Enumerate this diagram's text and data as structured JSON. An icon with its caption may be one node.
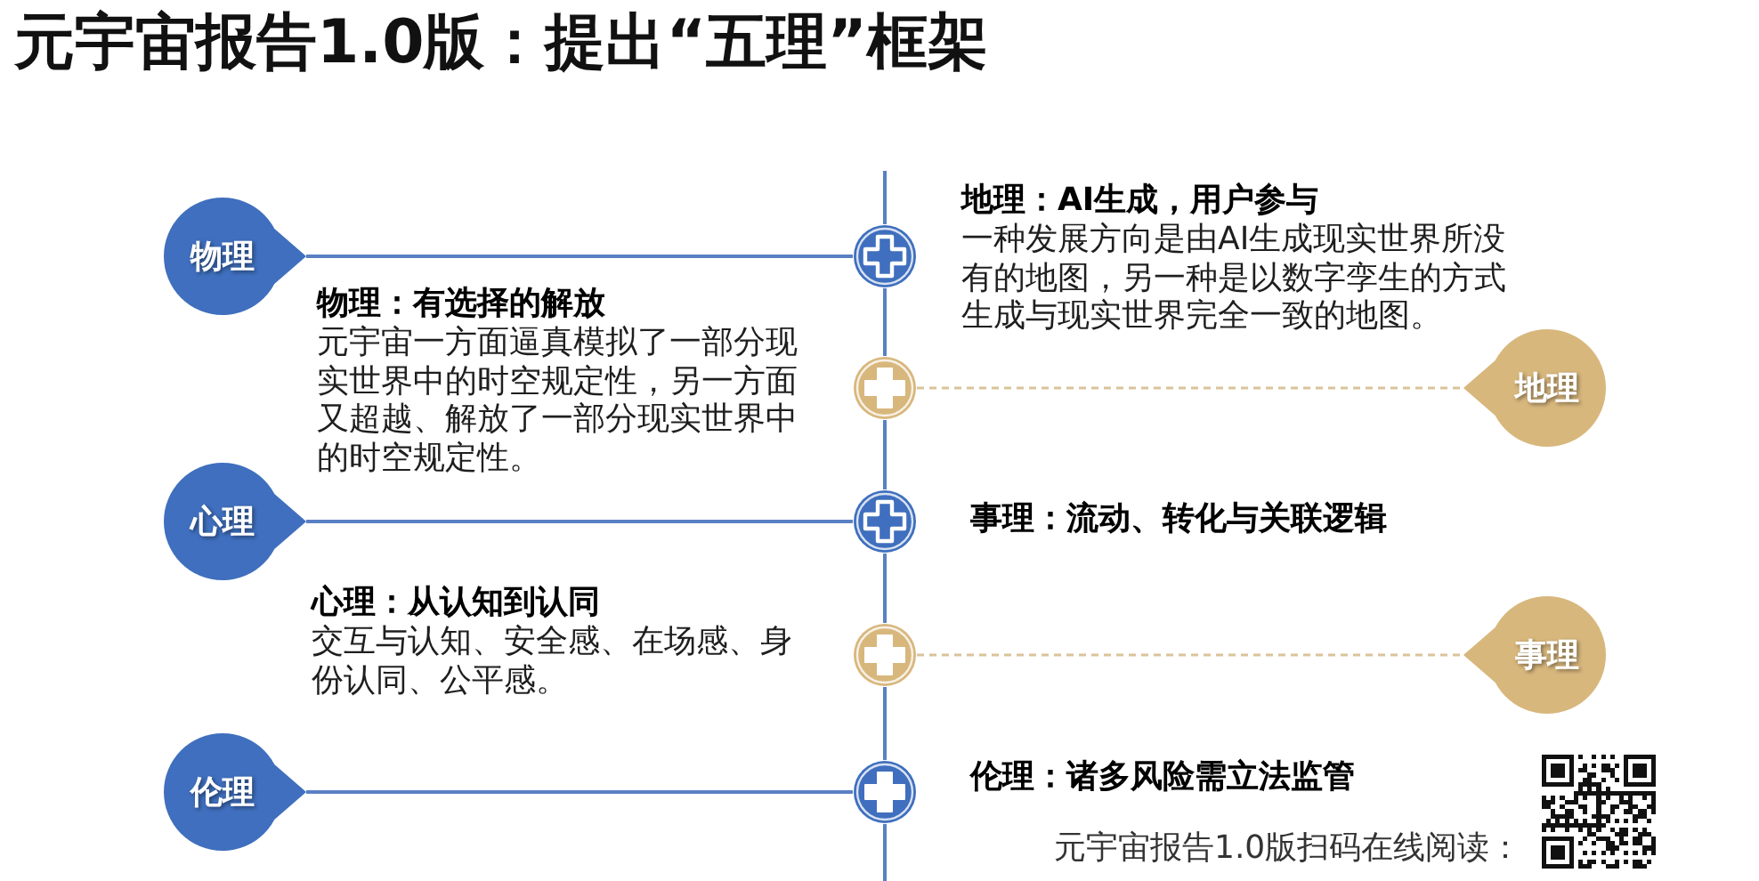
{
  "diagram": {
    "title": "元宇宙报告1.0版：提出“五理”框架",
    "nodes": [
      {
        "text": [
          "物理"
        ]
      },
      {
        "text": [],
        "shape": "circle"
      },
      {
        "text": [],
        "shape": "circle"
      },
      {
        "text": [
          "地理"
        ]
      },
      {
        "text": [
          "心理"
        ]
      },
      {
        "text": [],
        "shape": "circle"
      },
      {
        "text": [],
        "shape": "circle"
      },
      {
        "text": [
          "事理"
        ]
      },
      {
        "text": [
          "伦理"
        ]
      },
      {
        "text": [],
        "shape": "circle"
      }
    ],
    "edges": [
      {
        "from": null,
        "to": 1,
        "arrow": "none"
      },
      {
        "from": 0,
        "to": 1,
        "arrow": "none"
      },
      {
        "from": 1,
        "to": 2,
        "arrow": "none"
      },
      {
        "from": 2,
        "to": 3,
        "arrow": "none",
        "style": "dashed",
        "color": "#d9c39a"
      },
      {
        "from": 2,
        "to": 5,
        "arrow": "none"
      },
      {
        "from": 4,
        "to": 5,
        "arrow": "none"
      },
      {
        "from": 5,
        "to": 6,
        "arrow": "none"
      },
      {
        "from": 6,
        "to": 7,
        "arrow": "none",
        "style": "dashed",
        "color": "#d9c39a"
      },
      {
        "from": 6,
        "to": 9,
        "arrow": "none"
      },
      {
        "from": 8,
        "to": 9,
        "arrow": "none"
      },
      {
        "from": 9,
        "to": null,
        "arrow": "none"
      }
    ],
    "labels": [
      "地理：AI生成，用户参与",
      "一种发展方向是由AI生成现实世界所没有的地图，另一种是以数字孪生的方式生成与现实世界完全一致的地图。",
      "物理：有选择的解放",
      "元宇宙一方面逼真模拟了一部分现实世界中的时空规定性，另一方面又超越、解放了一部分现实世界中的时空规定性。",
      "事理：流动、转化与关联逻辑",
      "心理：从认知到认同",
      "交互与认知、安全感、在场感、身份认同、公平感。",
      "伦理：诸多风险需立法监管",
      "元宇宙报告1.0版扫码在线阅读："
    ]
  }
}
